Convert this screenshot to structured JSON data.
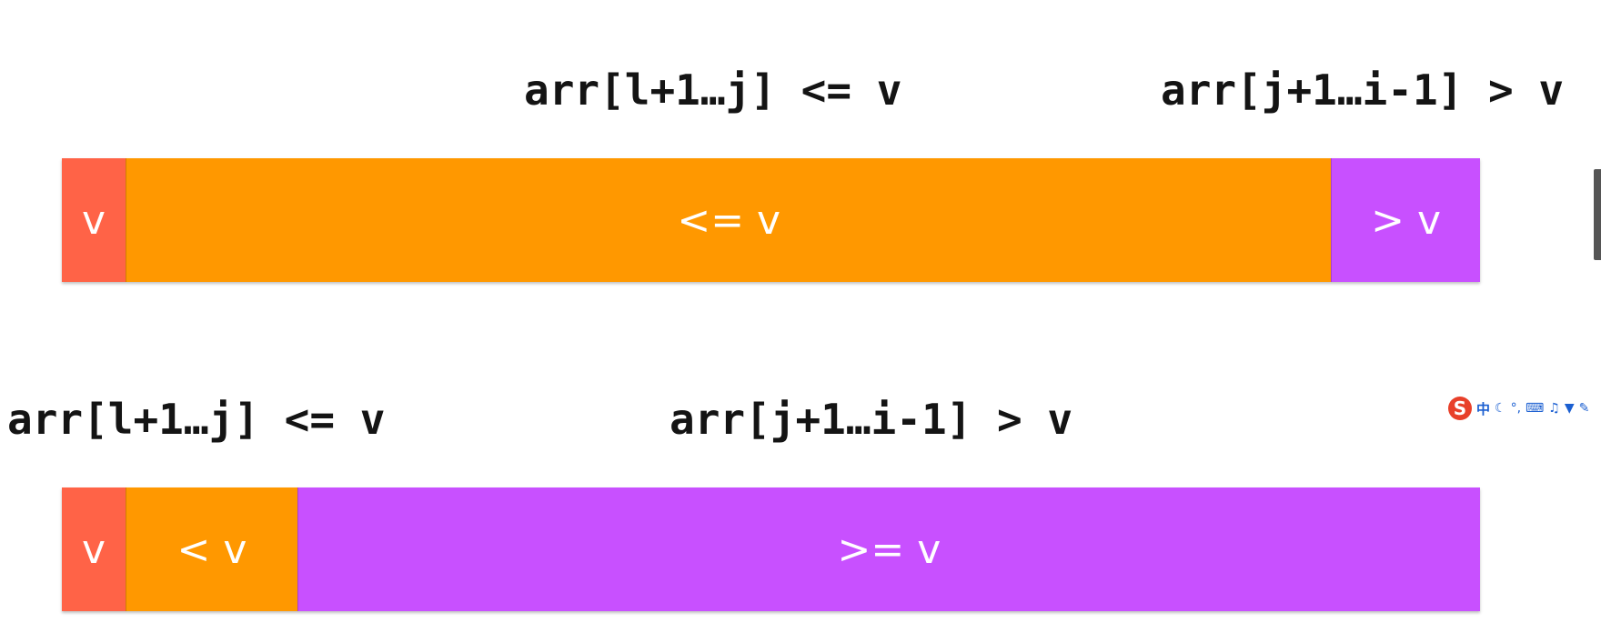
{
  "diagram": {
    "top": {
      "label_left": "arr[l+1…j] <= v",
      "label_right": "arr[j+1…i-1] > v",
      "segments": [
        {
          "text": "v",
          "color": "#ff6347",
          "fraction": 0.045
        },
        {
          "text": "<= v",
          "color": "#ff9800",
          "fraction": 0.85
        },
        {
          "text": "> v",
          "color": "#c850ff",
          "fraction": 0.105
        }
      ]
    },
    "bottom": {
      "label_left": "arr[l+1…j] <= v",
      "label_right": "arr[j+1…i-1] > v",
      "segments": [
        {
          "text": "v",
          "color": "#ff6347",
          "fraction": 0.045
        },
        {
          "text": "< v",
          "color": "#ff9800",
          "fraction": 0.121
        },
        {
          "text": ">= v",
          "color": "#c850ff",
          "fraction": 0.834
        }
      ]
    }
  },
  "ime_toolbar": {
    "logo": "S",
    "lang": "中",
    "icons": [
      "moon-icon",
      "punctuation-icon",
      "keyboard-icon",
      "voice-icon",
      "skin-icon",
      "tools-icon"
    ]
  }
}
